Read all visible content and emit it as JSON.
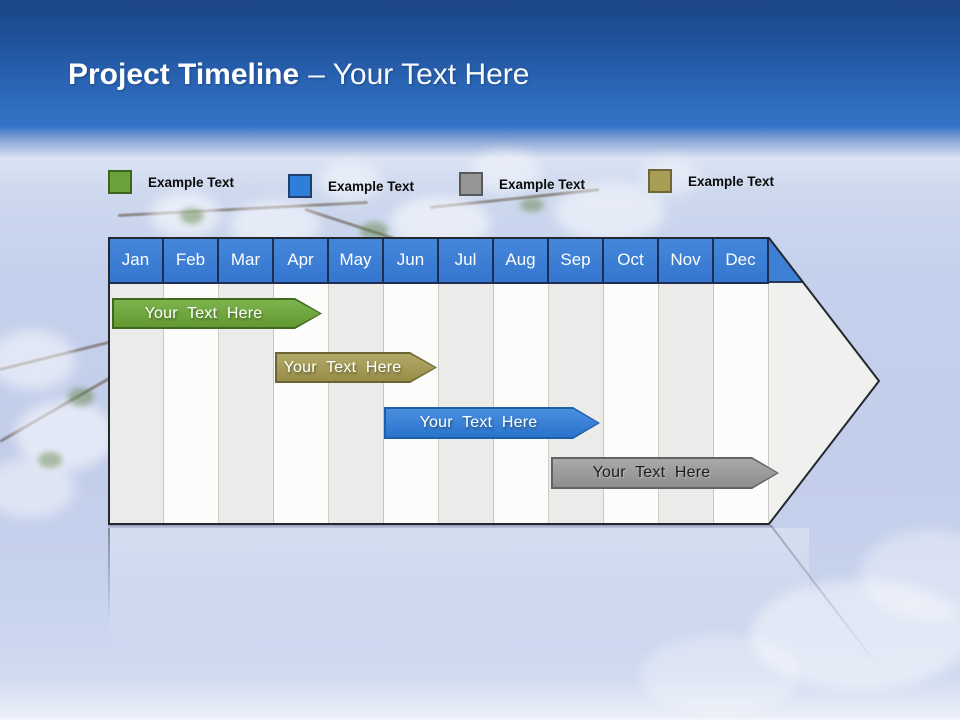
{
  "slide": {
    "title": {
      "bold": "Project Timeline",
      "rest": "– Your Text Here"
    }
  },
  "legend": {
    "items": [
      {
        "label": "Example Text",
        "color": "#69a23a"
      },
      {
        "label": "Example Text",
        "color": "#2f7ed8"
      },
      {
        "label": "Example Text",
        "color": "#969696"
      },
      {
        "label": "Example Text",
        "color": "#a89d55"
      }
    ]
  },
  "timeline": {
    "months": [
      "Jan",
      "Feb",
      "Mar",
      "Apr",
      "May",
      "Jun",
      "Jul",
      "Aug",
      "Sep",
      "Oct",
      "Nov",
      "Dec"
    ],
    "bars": [
      {
        "label": "Your Text Here",
        "color": "#6aa23c",
        "start": "Jan",
        "end": "Apr"
      },
      {
        "label": "Your Text Here",
        "color": "#a39a55",
        "start": "Apr",
        "end": "Jun"
      },
      {
        "label": "Your Text Here",
        "color": "#2f7ed8",
        "start": "Jun",
        "end": "Sep"
      },
      {
        "label": "Your Text Here",
        "color": "#9d9d9d",
        "start": "Sep",
        "end": "Dec"
      }
    ],
    "month_header_color": "#3d81d6",
    "body_stripe_colors": [
      "#ebebe9",
      "#fcfcfa"
    ]
  },
  "chart_data": {
    "type": "bar",
    "subtype": "gantt-timeline",
    "orientation": "horizontal",
    "title": "Project Timeline – Your Text Here",
    "categories": [
      "Jan",
      "Feb",
      "Mar",
      "Apr",
      "May",
      "Jun",
      "Jul",
      "Aug",
      "Sep",
      "Oct",
      "Nov",
      "Dec"
    ],
    "series": [
      {
        "name": "Your Text Here",
        "row": 1,
        "start_month": "Jan",
        "end_month": "Apr",
        "color": "#6aa23c"
      },
      {
        "name": "Your Text Here",
        "row": 2,
        "start_month": "Apr",
        "end_month": "Jun",
        "color": "#a39a55"
      },
      {
        "name": "Your Text Here",
        "row": 3,
        "start_month": "Jun",
        "end_month": "Sep",
        "color": "#2f7ed8"
      },
      {
        "name": "Your Text Here",
        "row": 4,
        "start_month": "Sep",
        "end_month": "Dec",
        "color": "#9d9d9d"
      }
    ],
    "legend_entries": [
      "Example Text",
      "Example Text",
      "Example Text",
      "Example Text"
    ],
    "legend_position": "top",
    "grid": "vertical-month-stripes",
    "axis": "months Jan–Dec, single year"
  }
}
